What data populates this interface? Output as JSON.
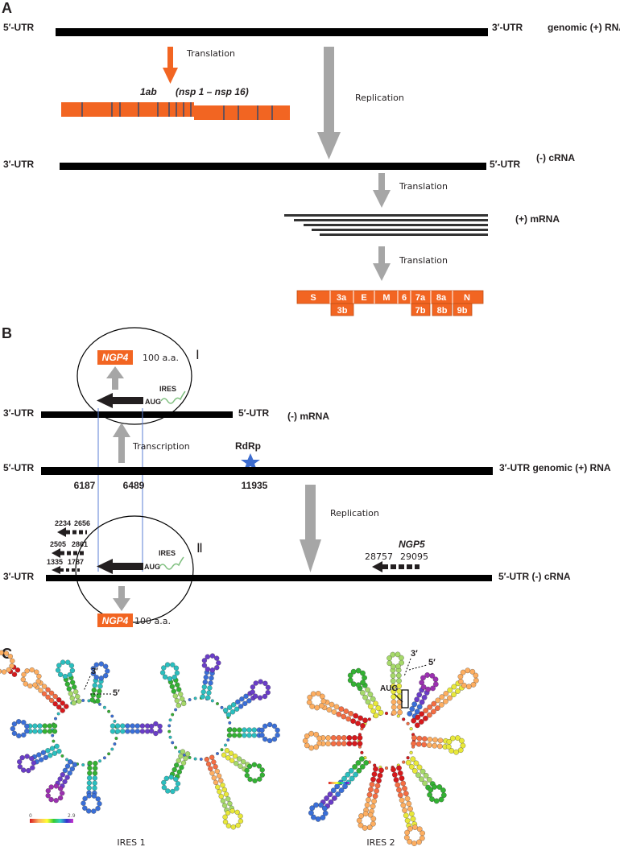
{
  "colors": {
    "orange": "#f26522",
    "gray_arrow": "#a6a6a6",
    "black": "#000000",
    "blue_line": "#5b7fd6",
    "star": "#3d6ccf"
  },
  "panel_a": {
    "label": "A",
    "genomic": {
      "left": "5′-UTR",
      "right": "3′-UTR",
      "name": "genomic (+) RNA"
    },
    "translation_label": "Translation",
    "orf_label": "1ab",
    "nsp_label": "(nsp 1 – nsp 16)",
    "replication_label": "Replication",
    "crna": {
      "left": "3′-UTR",
      "right": "5′-UTR",
      "name": "(-) cRNA"
    },
    "translation2_label": "Translation",
    "mrna_label": "(+) mRNA",
    "translation3_label": "Translation",
    "genes_top": [
      "S",
      "3a",
      "E",
      "M",
      "6",
      "7a",
      "8a",
      "N"
    ],
    "genes_bottom": [
      "3b",
      "7b",
      "8b",
      "9b"
    ]
  },
  "panel_b": {
    "label": "B",
    "roman_1": "Ⅰ",
    "roman_2": "Ⅱ",
    "ngp4_top": "NGP4",
    "aa_top": "100 a.a.",
    "ires_top": "IRES",
    "aug_top": "AUG",
    "minus_mrna": {
      "left": "3′-UTR",
      "right": "5′-UTR",
      "name": "(-) mRNA"
    },
    "transcription_label": "Transcription",
    "rdrp_label": "RdRp",
    "genomic": {
      "left": "5′-UTR",
      "right": "3′-UTR genomic (+) RNA"
    },
    "pos_6187": "6187",
    "pos_6489": "6489",
    "pos_11935": "11935",
    "replication_label": "Replication",
    "frag1": {
      "a": "2234",
      "b": "2656"
    },
    "frag2": {
      "a": "2505",
      "b": "2861"
    },
    "frag3": {
      "a": "1335",
      "b": "1787"
    },
    "ires_bottom": "IRES",
    "aug_bottom": "AUG",
    "ngp5_label": "NGP5",
    "ngp5_a": "28757",
    "ngp5_b": "29095",
    "crna": {
      "left": "3′-UTR",
      "right": "5′-UTR (-) cRNA"
    },
    "ngp4_bottom": "NGP4",
    "aa_bottom": "100 a.a."
  },
  "panel_c": {
    "label": "C",
    "s1_3prime": "3′",
    "s1_5prime": "5′",
    "s2_3prime": "3′",
    "s2_5prime": "5′",
    "s2_aug": "AUG",
    "scale_min": "0",
    "scale_max": "2.9",
    "caption_1": "IRES 1",
    "caption_2": "IRES 2"
  }
}
